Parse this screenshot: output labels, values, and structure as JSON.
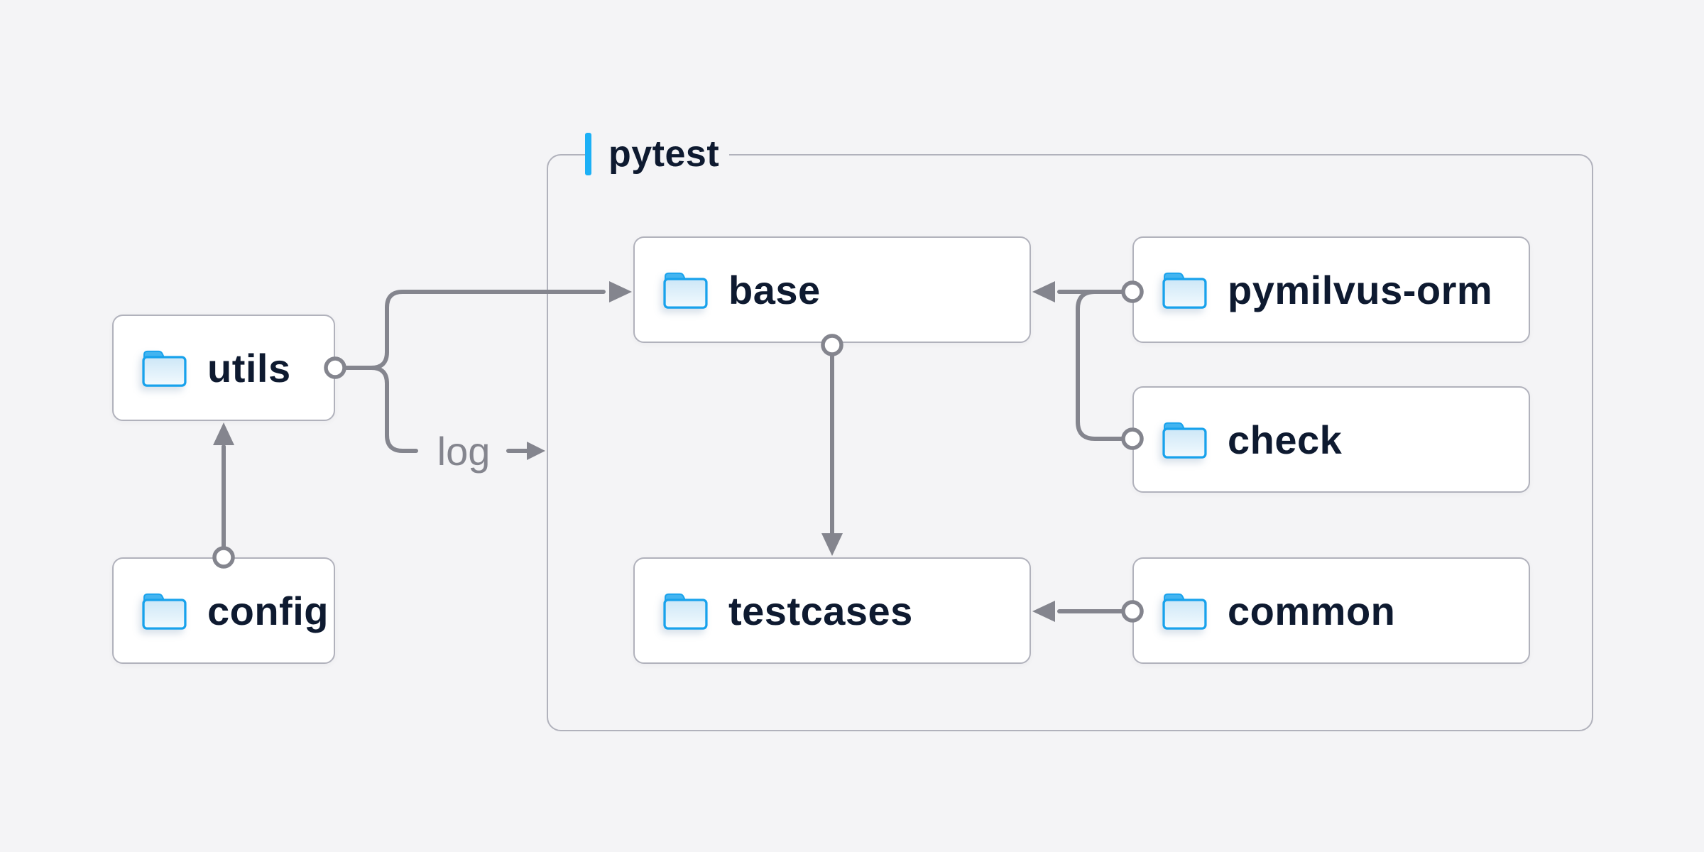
{
  "diagram": {
    "group": {
      "title": "pytest"
    },
    "nodes": {
      "utils": {
        "label": "utils"
      },
      "config": {
        "label": "config"
      },
      "base": {
        "label": "base"
      },
      "testcases": {
        "label": "testcases"
      },
      "pymilvus_orm": {
        "label": "pymilvus-orm"
      },
      "check": {
        "label": "check"
      },
      "common": {
        "label": "common"
      }
    },
    "edge_labels": {
      "log": "log"
    },
    "edges": [
      "config -> utils",
      "utils -> base",
      "utils -> log -> pytest group",
      "base -> testcases",
      "pymilvus-orm -> base",
      "check -> base",
      "common -> testcases"
    ],
    "colors": {
      "background": "#f4f4f6",
      "node_background": "#ffffff",
      "node_border": "#b1b2bc",
      "connector": "#84858e",
      "text": "#0e1a30",
      "muted_text": "#84858e",
      "accent_bar": "#1cb0f6",
      "folder_outline": "#18a2ec",
      "folder_tab": "#43b4f0",
      "folder_fill_top": "#cde7f7",
      "folder_fill_bottom": "#f3fafe"
    }
  }
}
